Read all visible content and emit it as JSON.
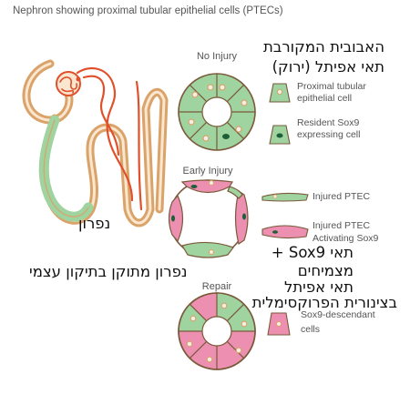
{
  "title": "Nephron showing proximal tubular epithelial cells (PTECs)",
  "stages": {
    "no_injury": "No Injury",
    "early_injury": "Early Injury",
    "repair": "Repair"
  },
  "legend": {
    "ptec_line1": "Proximal tubular",
    "ptec_line2": "epithelial cell",
    "sox9_line1": "Resident Sox9",
    "sox9_line2": "expressing cell",
    "injured": "Injured PTEC",
    "activating_line1": "Injured PTEC",
    "activating_line2": "Activating Sox9",
    "descendant_line1": "Sox9-descendant",
    "descendant_line2": "cells"
  },
  "hebrew": {
    "proximal_line1": "האבובית המקורבת",
    "proximal_line2": "תאי אפיתל (ירוק)",
    "nephron": "נפרון",
    "self_repair": "נפרון מתוקן בתיקון עצמי",
    "sox9_line1": "תאי Sox9 +",
    "sox9_line2": "מצמיחים",
    "sox9_line3": "תאי אפיתל",
    "sox9_line4": "בצינורית הפרוקסימלית"
  },
  "colors": {
    "green": "#9fd3a0",
    "pink": "#ec8fb0",
    "tan": "#d9a36a",
    "dark_green": "#1e5e38",
    "nephron_red": "#e0502a"
  }
}
